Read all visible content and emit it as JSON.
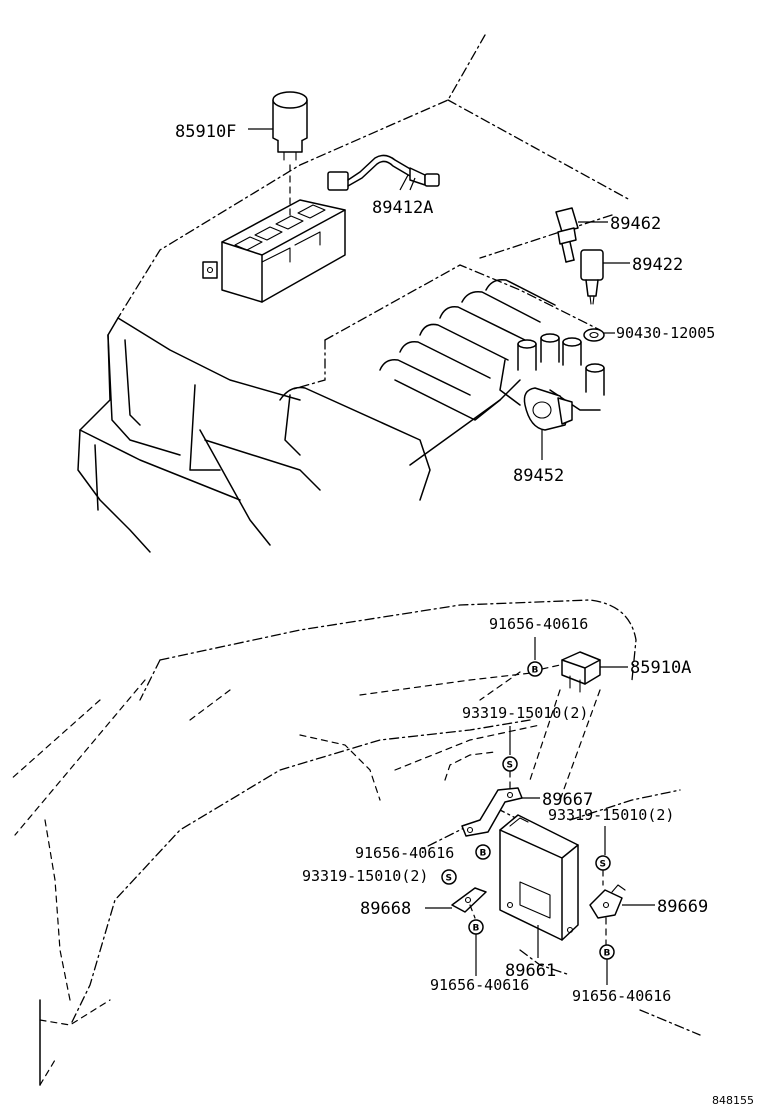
{
  "labels": {
    "p85910F": "85910F",
    "p89412A": "89412A",
    "p89462": "89462",
    "p89422": "89422",
    "p90430": "90430-12005",
    "p89452": "89452",
    "p91656_top": "91656-40616",
    "p85910A": "85910A",
    "p93319_a": "93319-15010(2)",
    "p89667": "89667",
    "p93319_b": "93319-15010(2)",
    "p91656_mid": "91656-40616",
    "p93319_c": "93319-15010(2)",
    "p89668": "89668",
    "p89669": "89669",
    "p89661": "89661",
    "p91656_botl": "91656-40616",
    "p91656_botr": "91656-40616"
  },
  "markers": {
    "bolt": "B",
    "screw": "S"
  },
  "diagram_code": "848155"
}
